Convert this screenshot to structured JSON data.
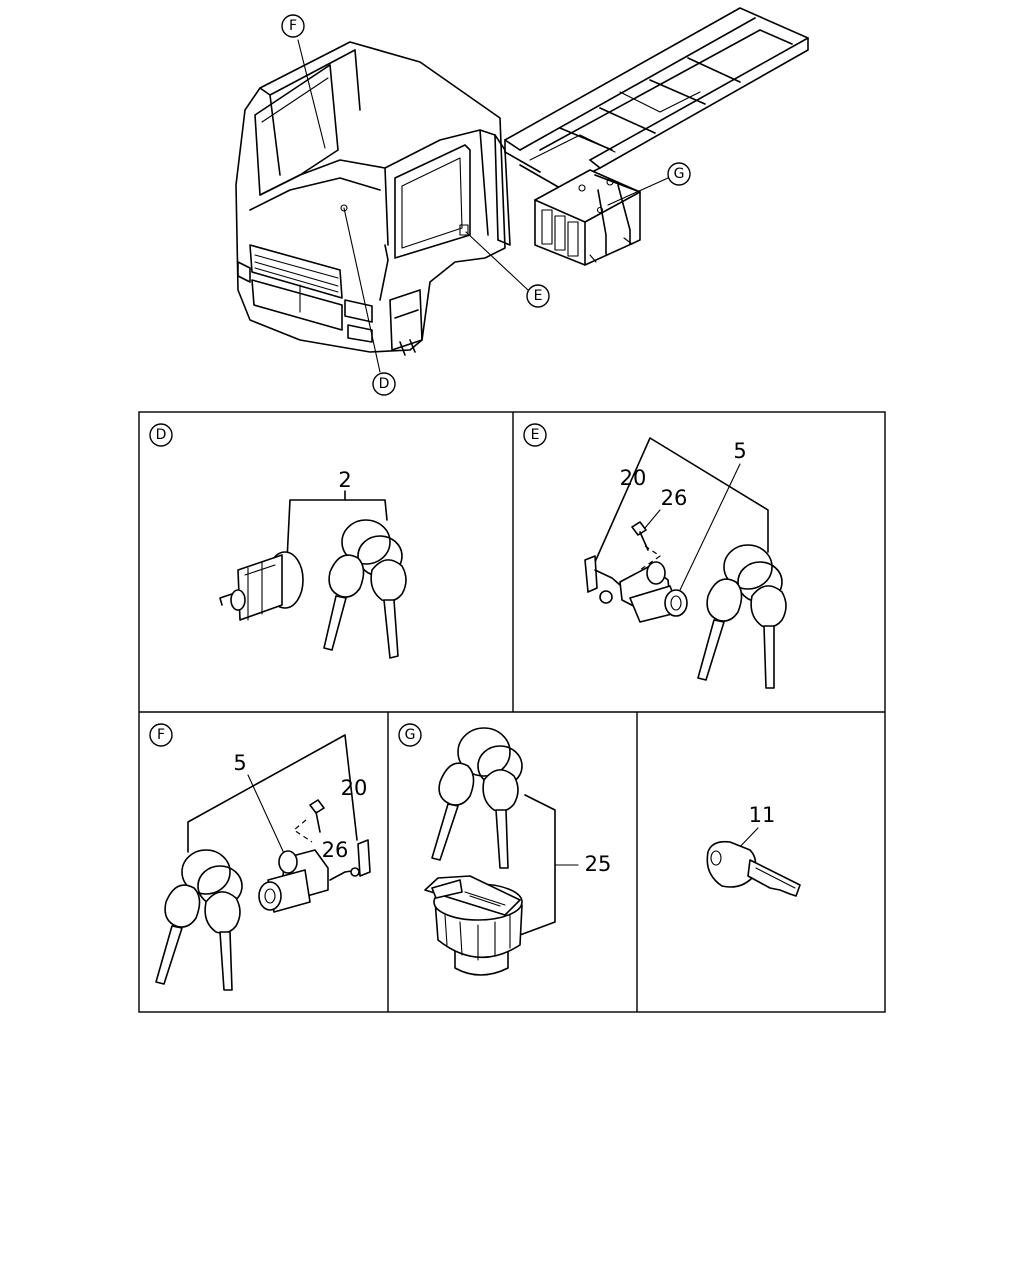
{
  "callouts": {
    "D": "D",
    "E": "E",
    "F": "F",
    "G": "G"
  },
  "panels": {
    "D": {
      "letter": "D",
      "part_numbers": [
        "2"
      ]
    },
    "E": {
      "letter": "E",
      "part_numbers": [
        "20",
        "26",
        "5"
      ]
    },
    "F": {
      "letter": "F",
      "part_numbers": [
        "5",
        "20",
        "26"
      ]
    },
    "G": {
      "letter": "G",
      "part_numbers": [
        "25"
      ]
    },
    "H": {
      "letter": "",
      "part_numbers": [
        "11"
      ]
    }
  }
}
